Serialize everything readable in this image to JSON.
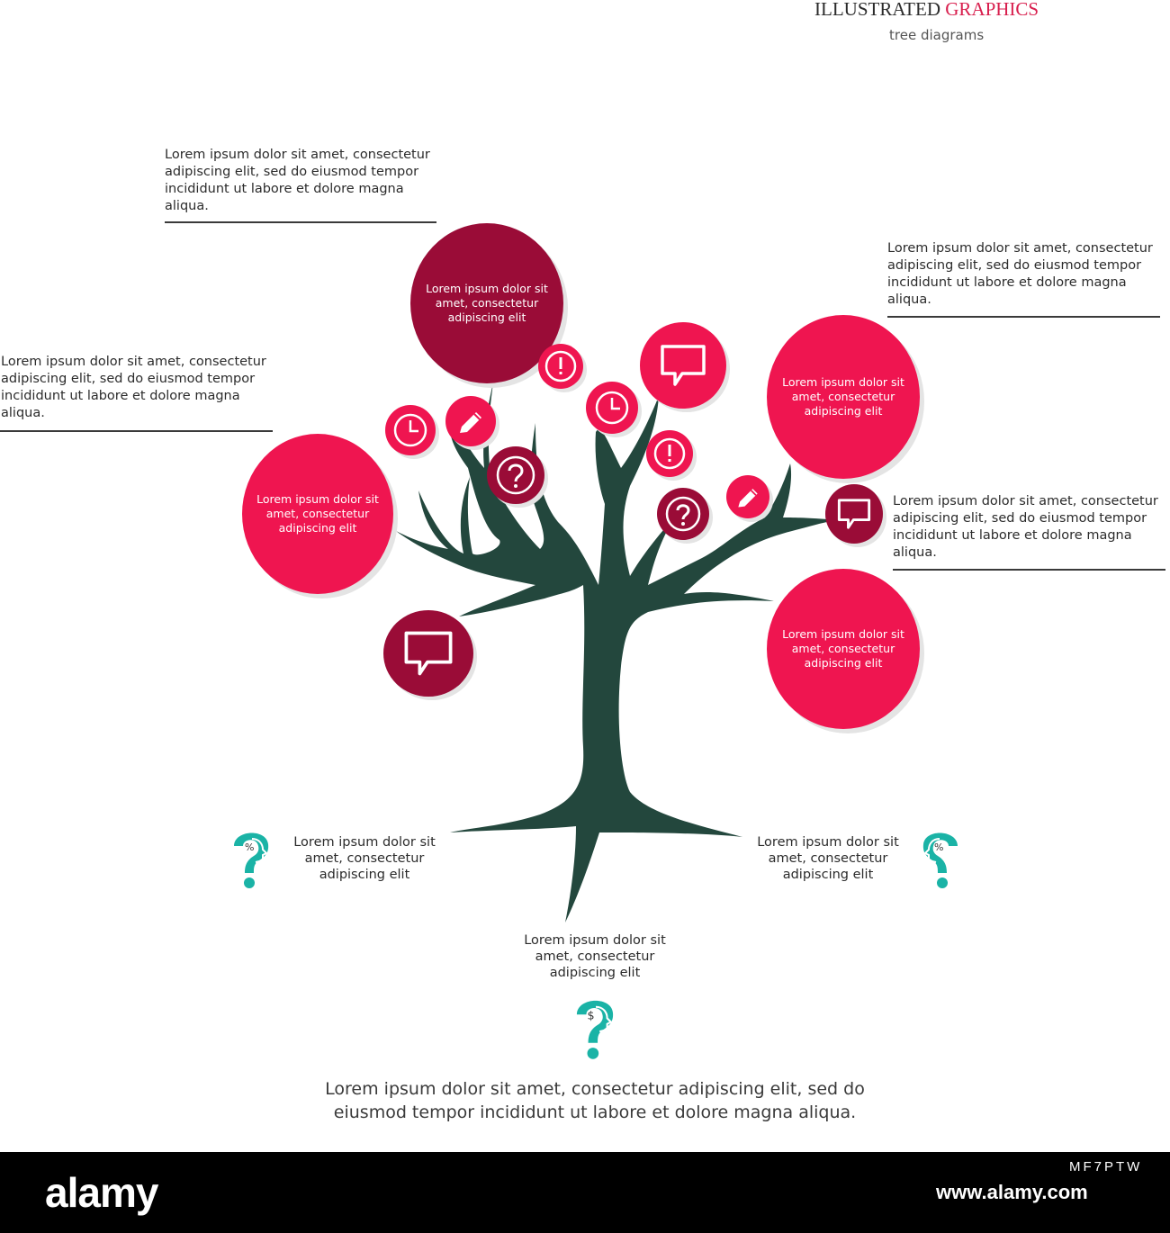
{
  "header": {
    "title_part1": "ILLUSTRATED",
    "title_part2": "GRAPHICS",
    "subtitle": "tree diagrams"
  },
  "colors": {
    "accent": "#d81e4d",
    "wine": "#9a0c37",
    "red": "#ef1550",
    "trunk": "#23473d",
    "teal": "#1ab3a6"
  },
  "callouts": [
    "Lorem ipsum dolor sit amet, consectetur adipiscing elit, sed do eiusmod tempor incididunt ut labore et dolore magna aliqua.",
    "Lorem ipsum dolor sit amet, consectetur adipiscing elit, sed do eiusmod tempor incididunt ut labore et dolore magna aliqua.",
    "Lorem ipsum dolor sit amet, consectetur adipiscing elit, sed do eiusmod tempor incididunt ut labore et dolore magna aliqua.",
    "Lorem ipsum dolor sit amet, consectetur adipiscing elit, sed do eiusmod tempor incididunt ut labore et dolore magna aliqua."
  ],
  "circles": [
    "Lorem ipsum dolor sit amet, consectetur adipiscing elit",
    "Lorem ipsum dolor sit amet, consectetur adipiscing elit",
    "Lorem ipsum dolor sit amet, consectetur adipiscing elit",
    "Lorem ipsum dolor sit amet, consectetur adipiscing elit"
  ],
  "icon_names": [
    "clock-icon",
    "pencil-icon",
    "exclamation-icon",
    "question-icon",
    "speech-bubble-icon",
    "head-question-icon"
  ],
  "roots": {
    "left": "Lorem ipsum dolor sit amet, consectetur adipiscing elit",
    "right": "Lorem ipsum dolor sit amet, consectetur adipiscing elit",
    "center": "Lorem ipsum dolor sit amet, consectetur adipiscing elit"
  },
  "root_icons": {
    "left_symbol": "%",
    "right_symbol": "%",
    "center_symbol": "$"
  },
  "bottom_text": "Lorem ipsum dolor sit amet, consectetur adipiscing elit, sed do eiusmod tempor incididunt ut labore et dolore magna aliqua.",
  "footer": {
    "logo": "alamy",
    "stock_id": "MF7PTW",
    "site": "www.alamy.com"
  }
}
